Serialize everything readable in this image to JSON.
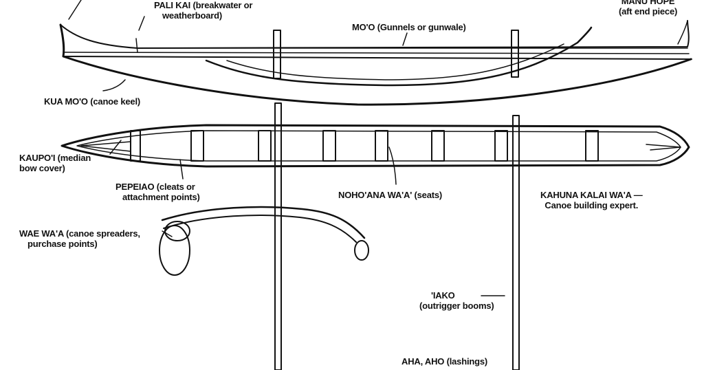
{
  "labels": {
    "pali_kai": {
      "line1": "PALI KAI (breakwater or",
      "line2": "weatherboard)"
    },
    "mo_o": "MO'O (Gunnels or gunwale)",
    "manu_hope": {
      "line1": "MANU HOPE",
      "line2": "(aft end piece)"
    },
    "kua_mo_o": "KUA MO'O (canoe keel)",
    "kaupo_i": {
      "line1": "KAUPO'I (median",
      "line2": "bow cover)"
    },
    "pepeiao": {
      "line1": "PEPEIAO (cleats or",
      "line2": "attachment points)"
    },
    "noho_ana": "NOHO'ANA WA'A' (seats)",
    "kahuna": {
      "line1": "KAHUNA KALAI WA'A —",
      "line2": "Canoe building expert."
    },
    "wae_wa_a": {
      "line1": "WAE WA'A (canoe spreaders,",
      "line2": "purchase points)"
    },
    "iako": {
      "line1": "'IAKO",
      "line2": "(outrigger booms)"
    },
    "aha": "AHA, AHO (lashings)"
  },
  "colors": {
    "ink": "#111111",
    "background": "#ffffff"
  }
}
